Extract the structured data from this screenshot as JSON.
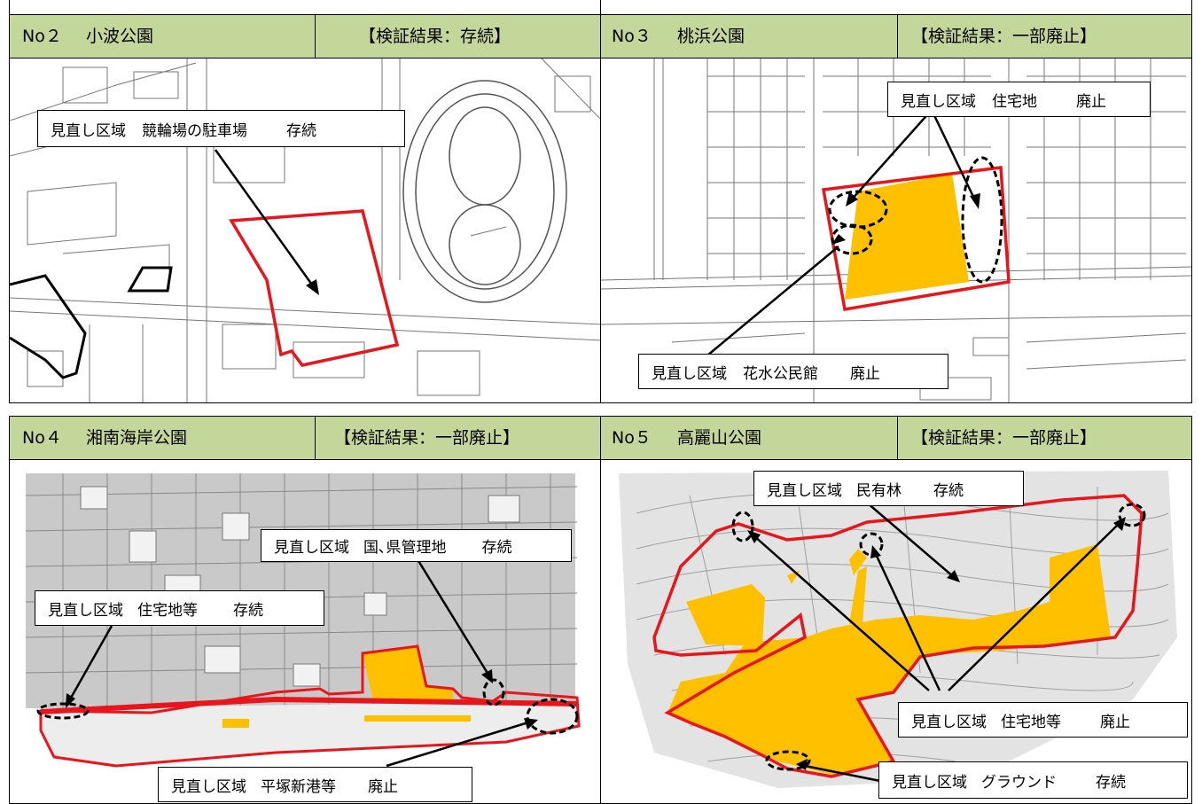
{
  "colors": {
    "header_bg": "#c4d79b",
    "boundary": "#e8151b",
    "fill": "#ffc000",
    "ink": "#000000"
  },
  "parks": [
    {
      "no": "No２",
      "name": "小波公園",
      "result": "【検証結果：存続】",
      "callouts": [
        {
          "area": "見直し区域",
          "subject": "競輪場の駐車場",
          "status": "存続"
        }
      ]
    },
    {
      "no": "No３",
      "name": "桃浜公園",
      "result": "【検証結果：一部廃止】",
      "callouts": [
        {
          "area": "見直し区域",
          "subject": "住宅地",
          "status": "廃止"
        },
        {
          "area": "見直し区域",
          "subject": "花水公民館",
          "status": "廃止"
        }
      ]
    },
    {
      "no": "No４",
      "name": "湘南海岸公園",
      "result": "【検証結果：一部廃止】",
      "callouts": [
        {
          "area": "見直し区域",
          "subject": "国､県管理地",
          "status": "存続"
        },
        {
          "area": "見直し区域",
          "subject": "住宅地等",
          "status": "存続"
        },
        {
          "area": "見直し区域",
          "subject": "平塚新港等",
          "status": "廃止"
        }
      ]
    },
    {
      "no": "No５",
      "name": "高麗山公園",
      "result": "【検証結果：一部廃止】",
      "callouts": [
        {
          "area": "見直し区域",
          "subject": "民有林",
          "status": "存続"
        },
        {
          "area": "見直し区域",
          "subject": "住宅地等",
          "status": "廃止"
        },
        {
          "area": "見直し区域",
          "subject": "グラウンド",
          "status": "存続"
        }
      ]
    }
  ]
}
